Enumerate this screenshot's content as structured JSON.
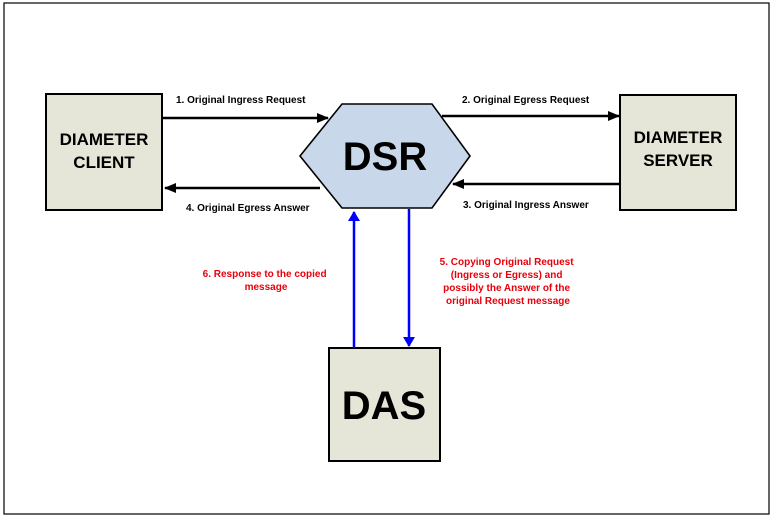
{
  "colors": {
    "box_fill": "#e6e6d8",
    "hex_fill": "#c9d7ea",
    "black_arrow": "#000000",
    "blue_arrow": "#0000ff",
    "red_text": "#e8000b"
  },
  "nodes": {
    "client": {
      "line1": "DIAMETER",
      "line2": "CLIENT"
    },
    "server": {
      "line1": "DIAMETER",
      "line2": "SERVER"
    },
    "dsr": {
      "label": "DSR"
    },
    "das": {
      "label": "DAS"
    }
  },
  "edges": {
    "e1": "1. Original Ingress Request",
    "e2": "2. Original Egress Request",
    "e3": "3. Original Ingress Answer",
    "e4": "4. Original Egress Answer",
    "e5": [
      "5. Copying Original Request",
      "(Ingress or Egress) and",
      "possibly the Answer of the",
      "original Request message"
    ],
    "e6": [
      "6. Response to the copied",
      "message"
    ]
  }
}
